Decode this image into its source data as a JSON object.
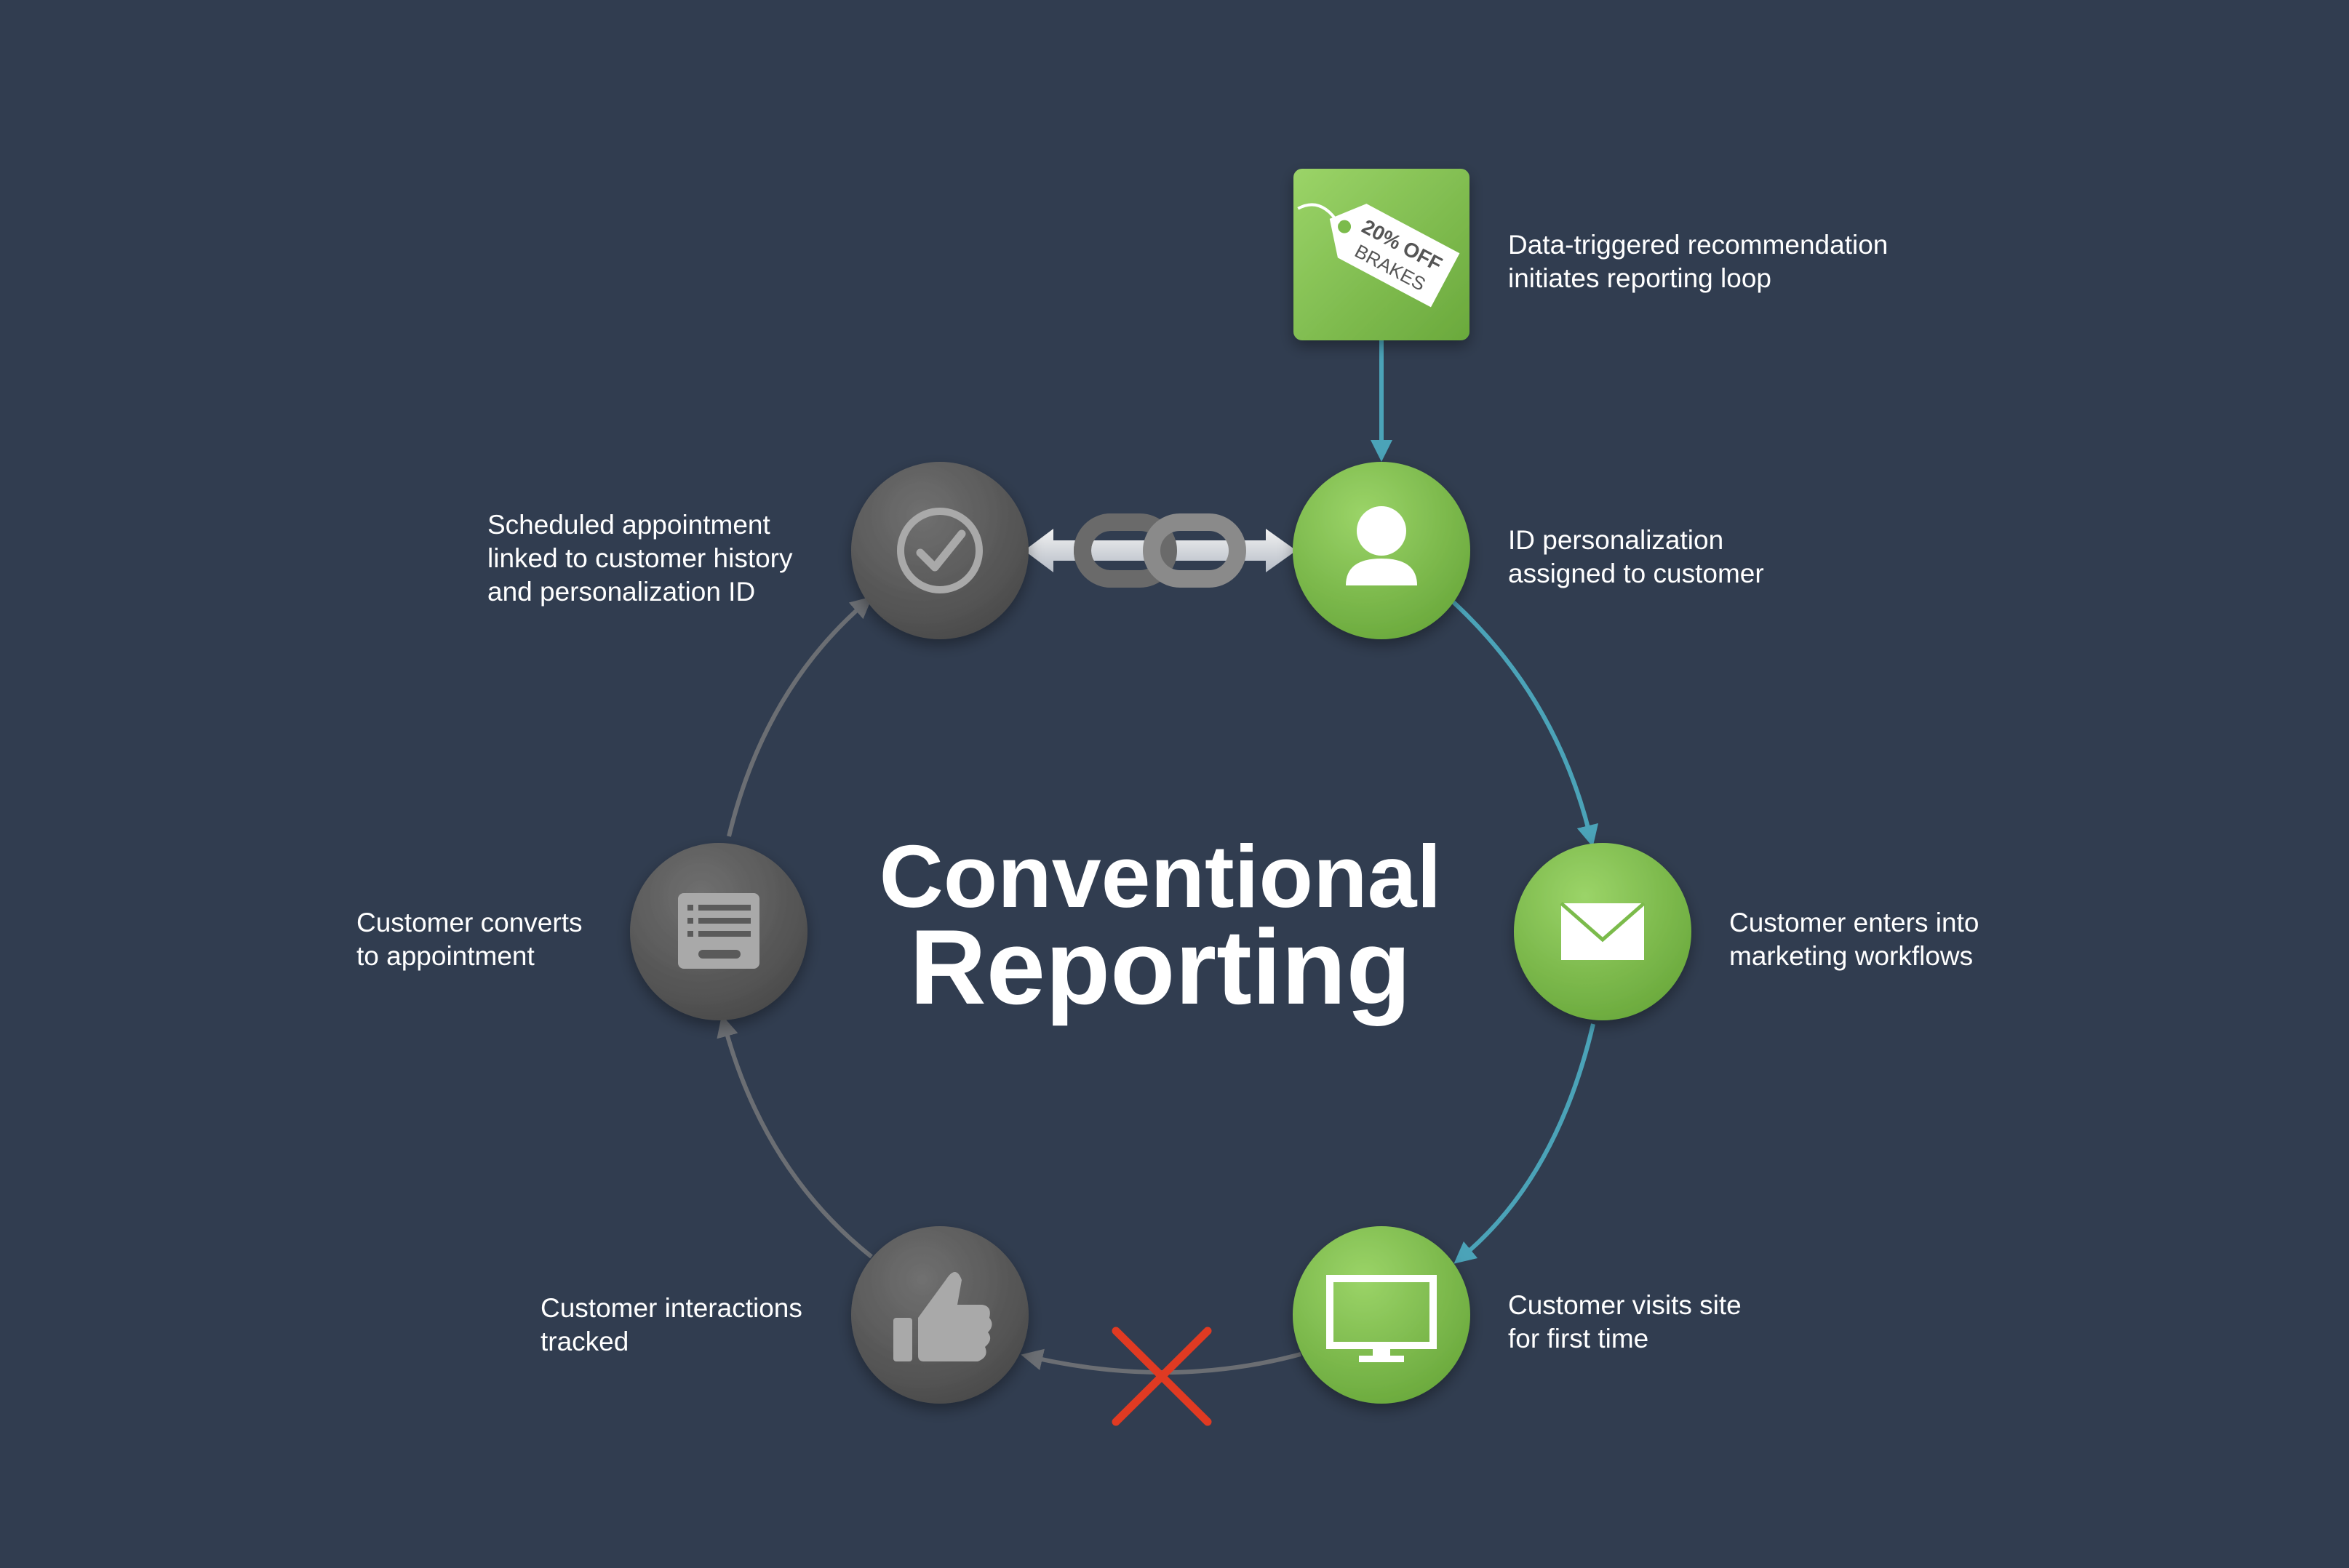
{
  "title": {
    "line1": "Conventional",
    "line2": "Reporting"
  },
  "tag": {
    "line1": "20% OFF",
    "line2": "BRAKES"
  },
  "steps": [
    {
      "icon": "price-tag-icon",
      "lines": [
        "Data-triggered recommendation",
        "initiates reporting loop"
      ]
    },
    {
      "icon": "user-icon",
      "lines": [
        "ID personalization",
        "assigned to customer"
      ]
    },
    {
      "icon": "envelope-icon",
      "lines": [
        "Customer enters into",
        "marketing workflows"
      ]
    },
    {
      "icon": "monitor-icon",
      "lines": [
        "Customer visits site",
        "for first time"
      ]
    },
    {
      "icon": "thumbs-up-icon",
      "lines": [
        "Customer interactions",
        "tracked"
      ]
    },
    {
      "icon": "form-icon",
      "lines": [
        "Customer converts",
        "to appointment"
      ]
    },
    {
      "icon": "checkmark-icon",
      "lines": [
        "Scheduled appointment",
        "linked to customer history",
        "and personalization ID"
      ]
    }
  ],
  "colors": {
    "background": "#313d50",
    "green_light": "#8dc85c",
    "green_dark": "#6aa93c",
    "gray_light": "#6e6e6e",
    "gray_dark": "#4e4e4e",
    "teal_arrow": "#4ba3b8",
    "gray_arrow": "#6b6e73",
    "broken_x": "#e03a22"
  }
}
